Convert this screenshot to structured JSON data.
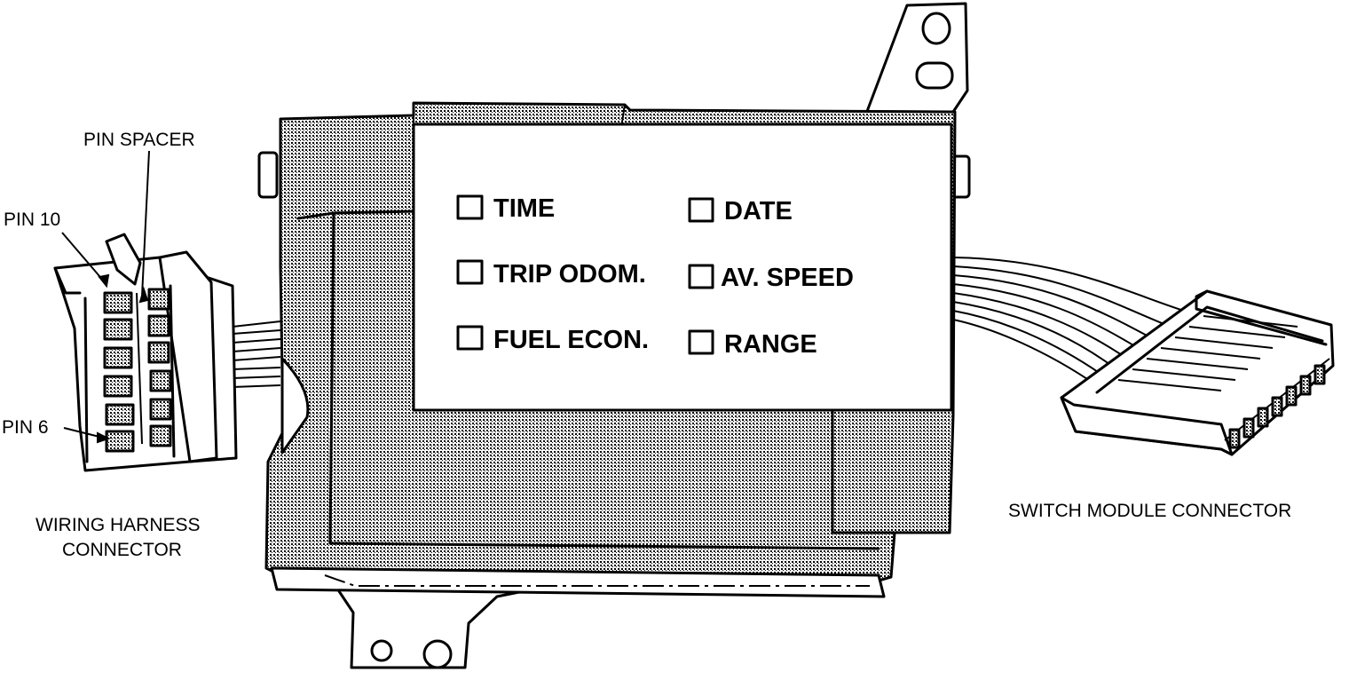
{
  "callouts": {
    "pin_spacer": "PIN SPACER",
    "pin_10": "PIN 10",
    "pin_6": "PIN 6",
    "wiring_harness_line1": "WIRING HARNESS",
    "wiring_harness_line2": "CONNECTOR",
    "switch_module": "SWITCH MODULE CONNECTOR"
  },
  "face_labels": {
    "time": "TIME",
    "date": "DATE",
    "trip_odom": "TRIP ODOM.",
    "av_speed": "AV. SPEED",
    "fuel_econ": "FUEL ECON.",
    "range": "RANGE"
  }
}
